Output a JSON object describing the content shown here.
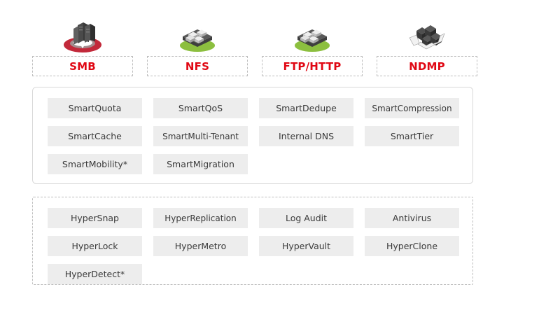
{
  "protocols": [
    {
      "label": "SMB",
      "icon": "server-rack-red-disc-icon",
      "disc": "#c2293a",
      "blocks": "#4a4a4a"
    },
    {
      "label": "NFS",
      "icon": "cube-stack-green-disc-icon",
      "disc": "#8cbf3f",
      "blocks": "#d8d8d8"
    },
    {
      "label": "FTP/HTTP",
      "icon": "cube-stack-green-disc-icon",
      "disc": "#8cbf3f",
      "blocks": "#d8d8d8"
    },
    {
      "label": "NDMP",
      "icon": "tape-blocks-icon",
      "disc": "#ffffff",
      "blocks": "#4a4a4a"
    }
  ],
  "groups": [
    {
      "name": "smart-features",
      "border": "solid",
      "features": [
        "SmartQuota",
        "SmartQoS",
        "SmartDedupe",
        "SmartCompression",
        "SmartCache",
        "SmartMulti-Tenant",
        "Internal DNS",
        "SmartTier",
        "SmartMobility*",
        "SmartMigration"
      ]
    },
    {
      "name": "hyper-features",
      "border": "dashed",
      "features": [
        "HyperSnap",
        "HyperReplication",
        "Log Audit",
        "Antivirus",
        "HyperLock",
        "HyperMetro",
        "HyperVault",
        "HyperClone",
        "HyperDetect*"
      ]
    }
  ],
  "colors": {
    "protocol_label_text": "#e00713",
    "pill_background": "#ededed",
    "pill_text": "#3a3a3a",
    "panel_border_solid": "#d8d8d8",
    "panel_border_dashed": "#bdbdbd",
    "page_background": "#ffffff"
  }
}
